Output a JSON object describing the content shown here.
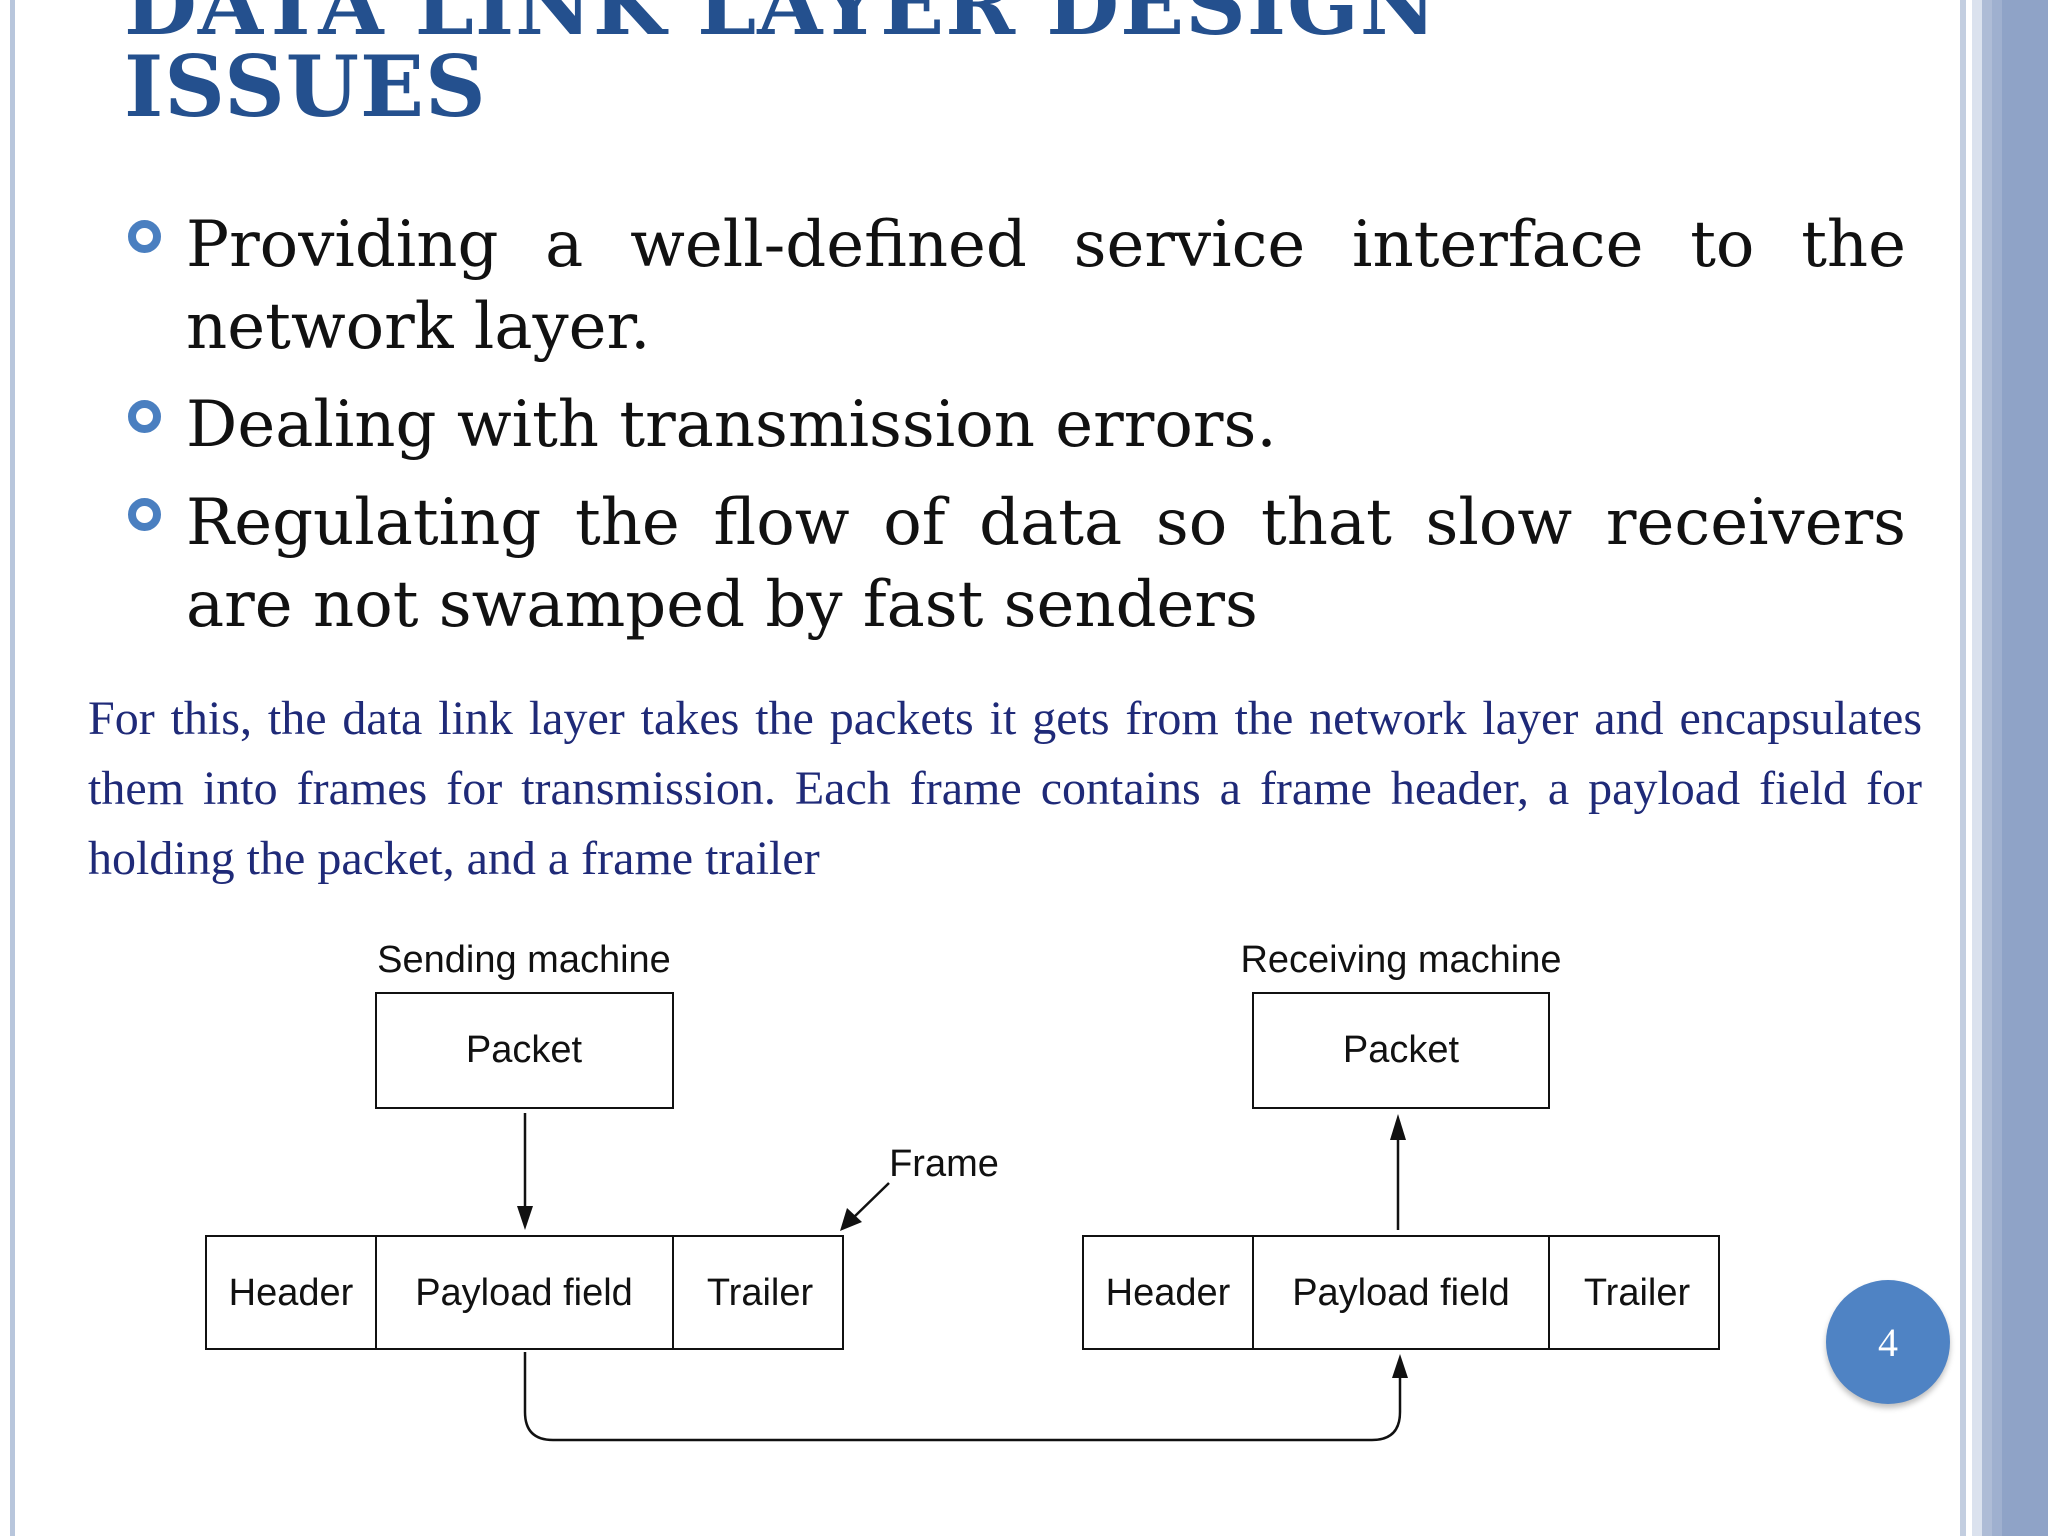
{
  "slide": {
    "title_lines": [
      "DATA LINK LAYER DESIGN",
      "ISSUES"
    ],
    "bullets": [
      "Providing a well-defined service interface to the network layer.",
      "Dealing with transmission errors.",
      "Regulating the flow of data so that slow receivers are not swamped by fast senders"
    ],
    "description": "For this, the data link layer takes the packets it gets from the network layer and encapsulates them into frames for transmission. Each frame contains a frame header, a payload field for holding the packet, and a frame trailer",
    "page_number": "4"
  },
  "diagram": {
    "sending_label": "Sending machine",
    "receiving_label": "Receiving machine",
    "sender_packet": "Packet",
    "receiver_packet": "Packet",
    "frame_label": "Frame",
    "sender_header": "Header",
    "sender_payload": "Payload field",
    "sender_trailer": "Trailer",
    "receiver_header": "Header",
    "receiver_payload": "Payload field",
    "receiver_trailer": "Trailer"
  },
  "colors": {
    "title": "#24508e",
    "description": "#1f2a78",
    "bullet_marker": "#4a7fc0",
    "page_badge": "#4f83c4"
  }
}
